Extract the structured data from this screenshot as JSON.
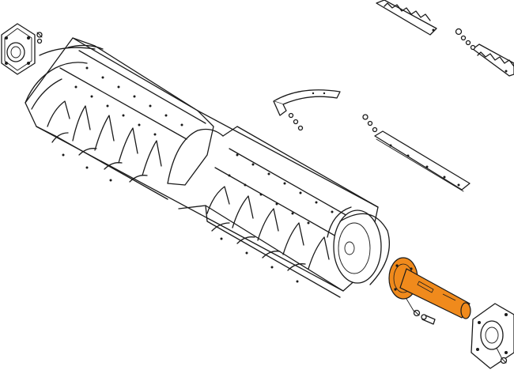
{
  "diagram": {
    "type": "exploded-parts-drawing",
    "highlight_color": "#f08a1c",
    "line_color": "#1a1a1a",
    "background_color": "#ffffff",
    "components": [
      "bearing-flange-left",
      "auger-drum",
      "bearing-flange-right",
      "stub-shaft",
      "scraper-bar-upper",
      "scraper-bar-lower",
      "curved-guide",
      "fasteners"
    ],
    "highlighted_component": "stub-shaft"
  }
}
